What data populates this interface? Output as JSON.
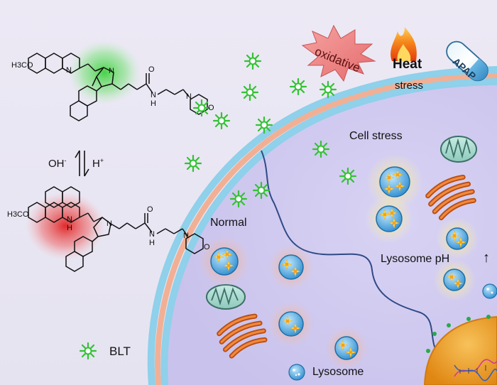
{
  "colors": {
    "background": "#e9e6f4",
    "cell_interior": "#cfc9ef",
    "membrane_outer": "#9fd3e8",
    "membrane_inner": "#f0b49a",
    "probe_green": "#3fcf3f",
    "neutral_glow": "#57d257",
    "protonated_glow": "#e23a3a",
    "nucleus": "#f0a21f",
    "lysosome_blue": "#3d9fdc"
  },
  "molecules": {
    "neutral": {
      "methoxy_label": "H3CO",
      "n_label": "N",
      "n2_label": "N",
      "amide_n_label": "N",
      "amide_h_label": "H",
      "carbonyl_o_label": "O",
      "morph_n_label": "N",
      "morph_o_label": "O"
    },
    "protonated": {
      "methoxy_label": "H3CO",
      "nh_label": "N",
      "h_label": "H",
      "n_plus_label": "N",
      "amide_n_label": "N",
      "amide_h_label": "H",
      "carbonyl_o_label": "O",
      "morph_n_label": "N",
      "morph_o_label": "O"
    }
  },
  "equilibrium": {
    "left": "OH",
    "left_sup": "-",
    "right": "H",
    "right_sup": "+"
  },
  "stressors": {
    "oxidative": "oxidative",
    "heat": "Heat",
    "stress": "stress",
    "pill": "APAP"
  },
  "labels": {
    "cell_stress": "Cell stress",
    "normal": "Normal",
    "lysosome_ph": "Lysosome pH",
    "lysosome_ph_arrow": "↑",
    "lysosome": "Lysosome",
    "legend": "BLT"
  }
}
